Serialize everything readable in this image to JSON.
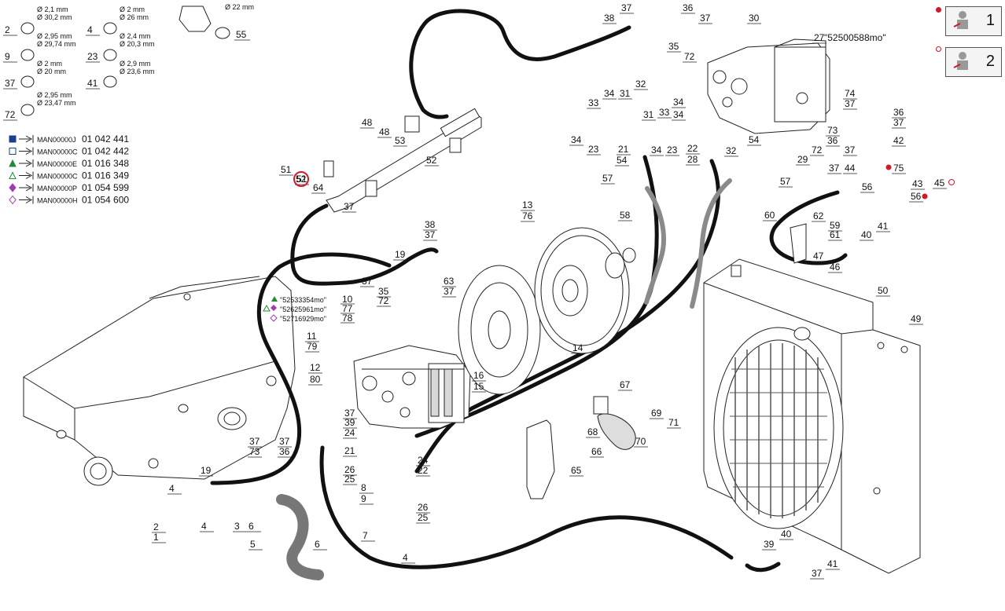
{
  "seals": [
    {
      "num": "2",
      "d1": "Ø 2,1 mm",
      "d2": "Ø 30,2 mm"
    },
    {
      "num": "4",
      "d1": "Ø 2 mm",
      "d2": "Ø 26 mm"
    },
    {
      "num": "9",
      "d1": "Ø 2,95 mm",
      "d2": "Ø 29,74 mm"
    },
    {
      "num": "23",
      "d1": "Ø 2,4 mm",
      "d2": "Ø 20,3 mm"
    },
    {
      "num": "37",
      "d1": "Ø 2 mm",
      "d2": "Ø 20 mm"
    },
    {
      "num": "41",
      "d1": "Ø 2,9 mm",
      "d2": "Ø 23,6 mm"
    },
    {
      "num": "72",
      "d1": "Ø 2,95 mm",
      "d2": "Ø 23,47 mm"
    }
  ],
  "seal55": {
    "num": "55",
    "d": "Ø 22 mm"
  },
  "legend": [
    {
      "sym": "filled-square",
      "from": "MAN00000J",
      "to": "01 042 441",
      "color": "#1a3f8f"
    },
    {
      "sym": "open-square",
      "from": "MAN00000C",
      "to": "01 042 442",
      "color": "#1a3f8f"
    },
    {
      "sym": "filled-triangle",
      "from": "MAN00000E",
      "to": "01 016 348",
      "color": "#1f8a3a"
    },
    {
      "sym": "open-triangle",
      "from": "MAN00000C",
      "to": "01 016 349",
      "color": "#1f8a3a"
    },
    {
      "sym": "filled-diamond",
      "from": "MAN00000P",
      "to": "01 054 599",
      "color": "#a23ab5"
    },
    {
      "sym": "open-diamond",
      "from": "MAN00000H",
      "to": "01 054 600",
      "color": "#a23ab5"
    }
  ],
  "part_refs": {
    "motor": "\"52500588mo\"",
    "pump_a": "\"52533354mo\"",
    "pump_b": "\"52625961mo\"",
    "pump_c": "\"52716929mo\""
  },
  "pump_ref_nums": [
    "10",
    "77",
    "78"
  ],
  "highlight": "52",
  "badges": [
    {
      "num": "1",
      "dot": "#d01a2a"
    },
    {
      "num": "2",
      "dot": "#d01a2a"
    }
  ],
  "callouts": [
    "38",
    "37",
    "36",
    "37",
    "30",
    "27",
    "35",
    "72",
    "33",
    "34",
    "31",
    "32",
    "33",
    "34",
    "34",
    "31",
    "32",
    "54",
    "34",
    "23",
    "21",
    "54",
    "34",
    "23",
    "22",
    "28",
    "29",
    "72",
    "74",
    "37",
    "73",
    "36",
    "37",
    "36",
    "37",
    "42",
    "37",
    "44",
    "75",
    "43",
    "45",
    "56",
    "56",
    "57",
    "57",
    "58",
    "60",
    "62",
    "59",
    "61",
    "47",
    "46",
    "40",
    "41",
    "50",
    "49",
    "48",
    "48",
    "53",
    "52",
    "51",
    "51",
    "64",
    "37",
    "38",
    "37",
    "19",
    "37",
    "63",
    "37",
    "35",
    "72",
    "13",
    "76",
    "11",
    "79",
    "12",
    "80",
    "14",
    "16",
    "15",
    "37",
    "39",
    "24",
    "21",
    "26",
    "25",
    "8",
    "9",
    "24",
    "22",
    "26",
    "25",
    "7",
    "4",
    "6",
    "5",
    "4",
    "3",
    "6",
    "2",
    "1",
    "4",
    "19",
    "37",
    "73",
    "37",
    "36",
    "67",
    "69",
    "71",
    "68",
    "70",
    "66",
    "65",
    "39",
    "40",
    "41",
    "37"
  ]
}
